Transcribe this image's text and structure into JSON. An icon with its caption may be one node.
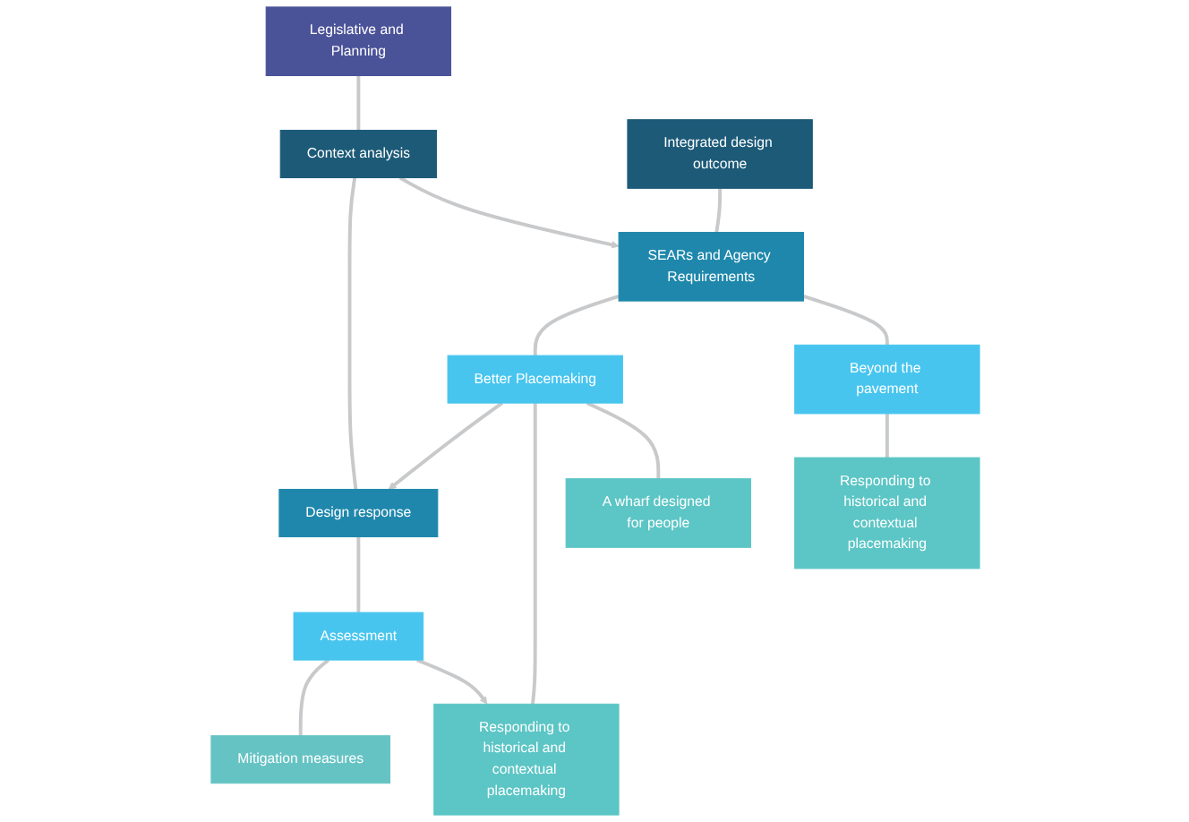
{
  "diagram": {
    "nodes": [
      {
        "text": [
          "Legislative and Planning"
        ]
      },
      {
        "text": [
          "Context analysis"
        ]
      },
      {
        "text": [
          "Design response"
        ]
      },
      {
        "text": [
          "Assessment"
        ]
      },
      {
        "text": [
          "Mitigation measures"
        ]
      },
      {
        "text": [
          "Integrated design outcome"
        ]
      },
      {
        "text": [
          "SEARs and Agency Requirements"
        ]
      },
      {
        "text": [
          "Better Placemaking"
        ]
      },
      {
        "text": [
          "Beyond the pavement"
        ]
      },
      {
        "text": [
          "Responding to historical and contextual placemaking"
        ]
      },
      {
        "text": [
          "A wharf designed for people"
        ]
      },
      {
        "text": [
          "Responding to historical and contextual placemaking"
        ]
      }
    ],
    "edges": [
      {
        "from": 0,
        "to": 1,
        "arrow": "none"
      },
      {
        "from": 1,
        "to": 2,
        "arrow": "none"
      },
      {
        "from": 2,
        "to": 3,
        "arrow": "none"
      },
      {
        "from": 3,
        "to": 4,
        "arrow": "none"
      },
      {
        "from": 1,
        "to": 6,
        "arrow": "to"
      },
      {
        "from": 7,
        "to": 2,
        "arrow": "to"
      },
      {
        "from": 3,
        "to": 9,
        "arrow": "to"
      },
      {
        "from": 5,
        "to": 6,
        "arrow": "none"
      },
      {
        "from": 6,
        "to": 7,
        "arrow": "none"
      },
      {
        "from": 6,
        "to": 8,
        "arrow": "none"
      },
      {
        "from": 7,
        "to": 9,
        "arrow": "none"
      },
      {
        "from": 7,
        "to": 10,
        "arrow": "none"
      },
      {
        "from": 8,
        "to": 11,
        "arrow": "none"
      }
    ]
  }
}
